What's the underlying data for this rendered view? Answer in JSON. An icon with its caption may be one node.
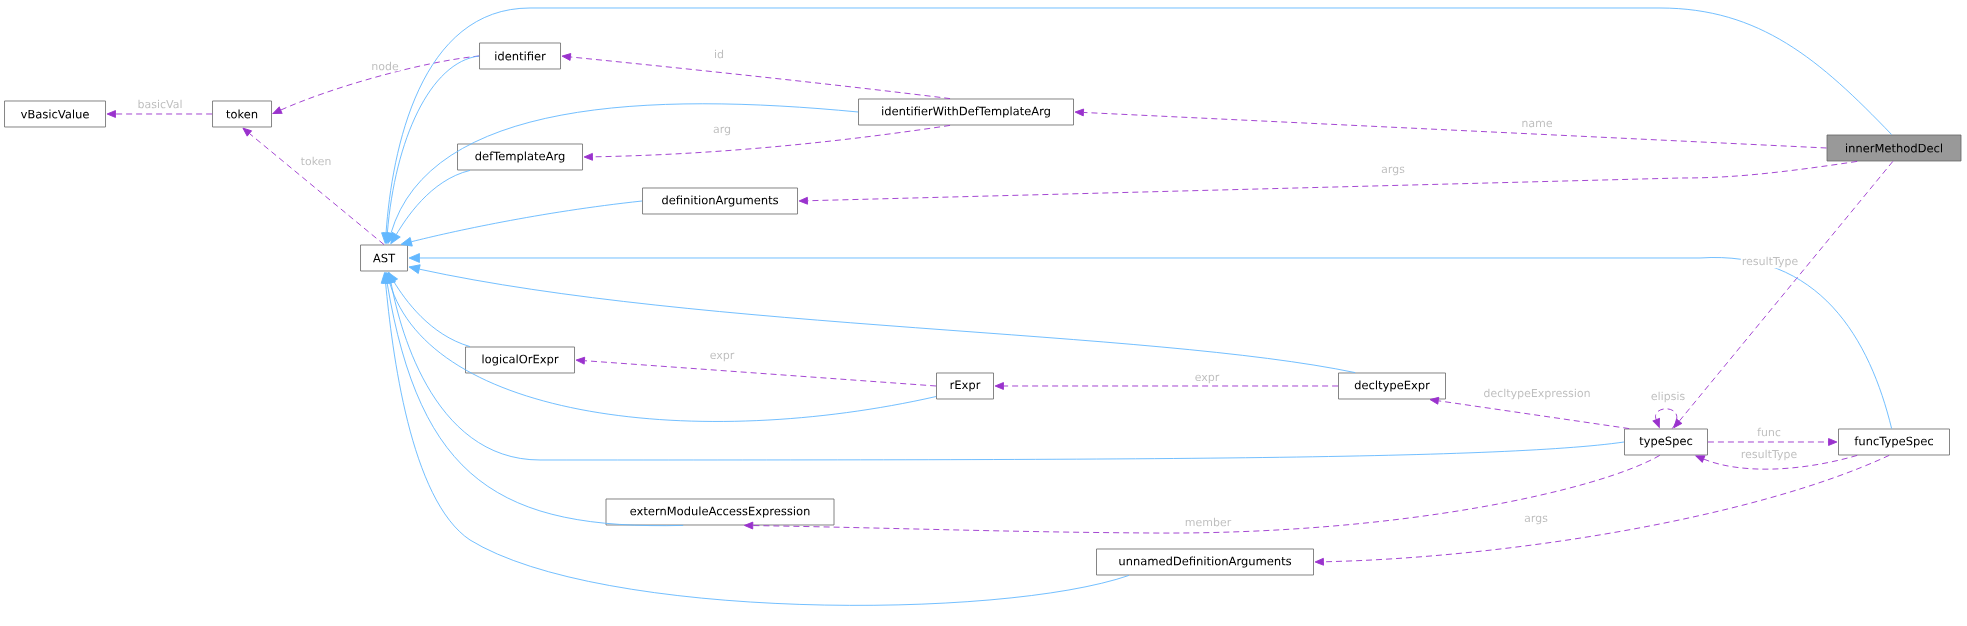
{
  "diagram": {
    "nodes": [
      {
        "text": [
          "vBasicValue"
        ]
      },
      {
        "text": [
          "token"
        ]
      },
      {
        "text": [
          "identifier"
        ]
      },
      {
        "text": [
          "identifierWithDefTemplateArg"
        ]
      },
      {
        "text": [
          "defTemplateArg"
        ]
      },
      {
        "text": [
          "definitionArguments"
        ]
      },
      {
        "text": [
          "AST"
        ]
      },
      {
        "text": [
          "innerMethodDecl"
        ]
      },
      {
        "text": [
          "logicalOrExpr"
        ]
      },
      {
        "text": [
          "rExpr"
        ]
      },
      {
        "text": [
          "decltypeExpr"
        ]
      },
      {
        "text": [
          "typeSpec"
        ]
      },
      {
        "text": [
          "funcTypeSpec"
        ]
      },
      {
        "text": [
          "externModuleAccessExpression"
        ]
      },
      {
        "text": [
          "unnamedDefinitionArguments"
        ]
      }
    ],
    "edges": [
      {
        "from": 1,
        "to": 0,
        "arrow": "to",
        "label": "basicVal",
        "style": "dashed"
      },
      {
        "from": 2,
        "to": 1,
        "arrow": "to",
        "label": "node",
        "style": "dashed"
      },
      {
        "from": 6,
        "to": 1,
        "arrow": "to",
        "label": "token",
        "style": "dashed"
      },
      {
        "from": 3,
        "to": 2,
        "arrow": "to",
        "label": "id",
        "style": "dashed"
      },
      {
        "from": 3,
        "to": 4,
        "arrow": "to",
        "label": "arg",
        "style": "dashed"
      },
      {
        "from": 7,
        "to": 3,
        "arrow": "to",
        "label": "name",
        "style": "dashed"
      },
      {
        "from": 7,
        "to": 5,
        "arrow": "to",
        "label": "args",
        "style": "dashed"
      },
      {
        "from": 7,
        "to": 11,
        "arrow": "to",
        "label": "resultType",
        "style": "dashed"
      },
      {
        "from": 9,
        "to": 8,
        "arrow": "to",
        "label": "expr",
        "style": "dashed"
      },
      {
        "from": 10,
        "to": 9,
        "arrow": "to",
        "label": "expr",
        "style": "dashed"
      },
      {
        "from": 11,
        "to": 10,
        "arrow": "to",
        "label": "decltypeExpression",
        "style": "dashed"
      },
      {
        "from": 11,
        "to": 11,
        "arrow": "to",
        "label": "elipsis",
        "style": "dashed"
      },
      {
        "from": 11,
        "to": 12,
        "arrow": "to",
        "label": "func",
        "style": "dashed"
      },
      {
        "from": 12,
        "to": 11,
        "arrow": "to",
        "label": "resultType",
        "style": "dashed"
      },
      {
        "from": 11,
        "to": 13,
        "arrow": "to",
        "label": "member",
        "style": "dashed"
      },
      {
        "from": 12,
        "to": 14,
        "arrow": "to",
        "label": "args",
        "style": "dashed"
      },
      {
        "from": 2,
        "to": 6,
        "arrow": "to",
        "color": "#63b8ff"
      },
      {
        "from": 3,
        "to": 6,
        "arrow": "to",
        "color": "#63b8ff"
      },
      {
        "from": 4,
        "to": 6,
        "arrow": "to",
        "color": "#63b8ff"
      },
      {
        "from": 5,
        "to": 6,
        "arrow": "to",
        "color": "#63b8ff"
      },
      {
        "from": 7,
        "to": 6,
        "arrow": "to",
        "color": "#63b8ff"
      },
      {
        "from": 12,
        "to": 6,
        "arrow": "to",
        "color": "#63b8ff"
      },
      {
        "from": 8,
        "to": 6,
        "arrow": "to",
        "color": "#63b8ff"
      },
      {
        "from": 9,
        "to": 6,
        "arrow": "to",
        "color": "#63b8ff"
      },
      {
        "from": 10,
        "to": 6,
        "arrow": "to",
        "color": "#63b8ff"
      },
      {
        "from": 11,
        "to": 6,
        "arrow": "to",
        "color": "#63b8ff"
      },
      {
        "from": 13,
        "to": 6,
        "arrow": "to",
        "color": "#63b8ff"
      },
      {
        "from": 14,
        "to": 6,
        "arrow": "to",
        "color": "#63b8ff"
      }
    ]
  }
}
